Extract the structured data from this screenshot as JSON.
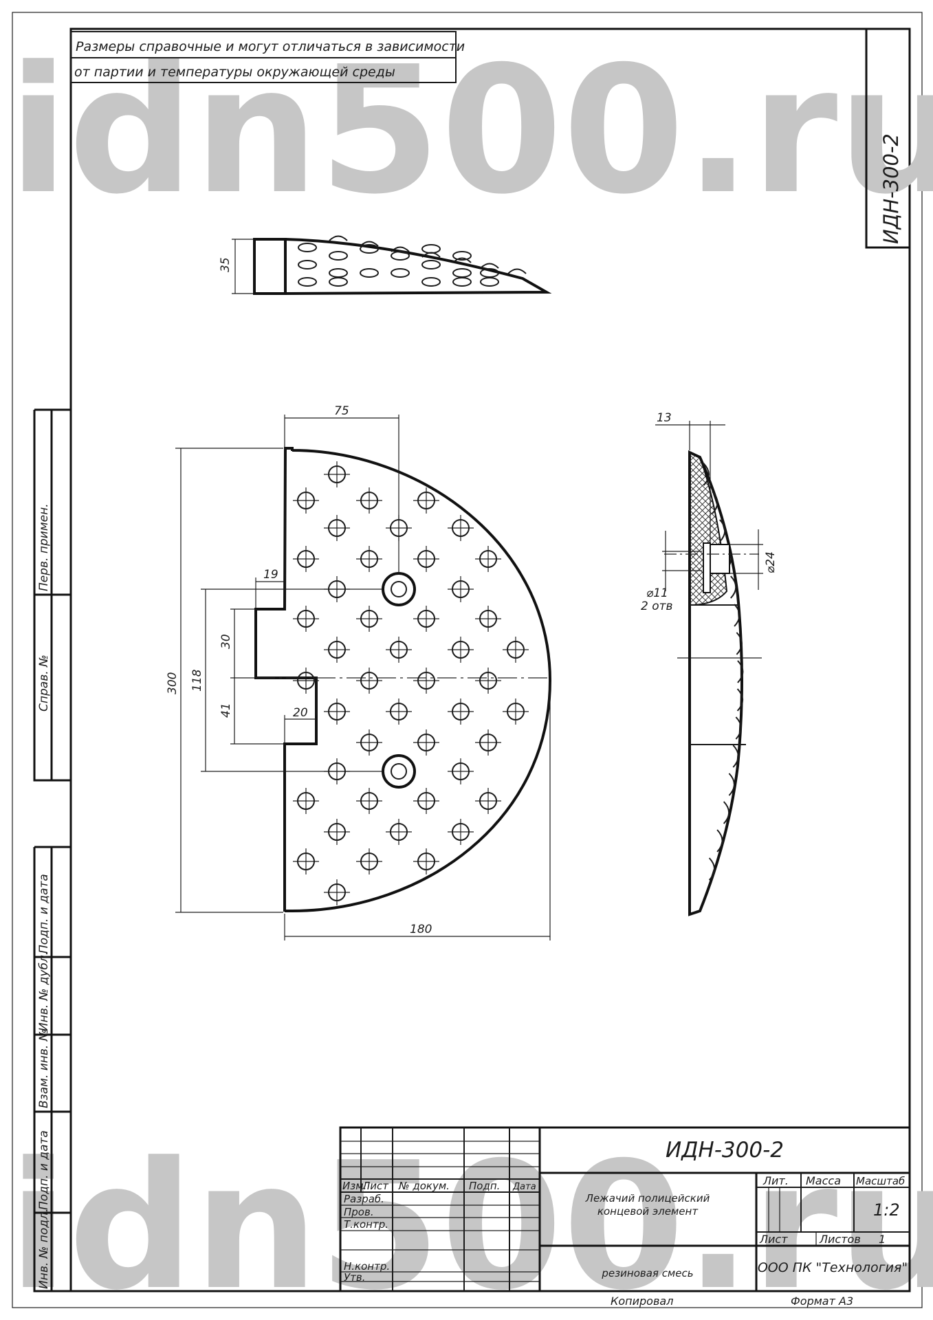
{
  "note": {
    "line1": "Размеры справочные и могут отличаться в зависимости",
    "line2": "от партии и температуры окружающей среды"
  },
  "watermark": "idn500.ru",
  "corner_code": "ИДН-300-2",
  "dimensions": {
    "height_top_view": "35",
    "width_75": "75",
    "step_19": "19",
    "step_20": "20",
    "length_300": "300",
    "span_118": "118",
    "notch_30": "30",
    "notch_41": "41",
    "depth_180": "180",
    "thickness_13": "13",
    "bore_24": "⌀24",
    "hole_11": "⌀11",
    "hole_count": "2 отв"
  },
  "side_stamp": {
    "perv_primen": "Перв. примен.",
    "sprav_no": "Справ. №",
    "podp_data_1": "Подп. и дата",
    "inv_dubl": "Инв. № дубл.",
    "vzam_inv": "Взам. инв. №",
    "podp_data_2": "Подп. и дата",
    "inv_podl": "Инв. № подл."
  },
  "title_block": {
    "designation": "ИДН-300-2",
    "name_line1": "Лежачий полицейский",
    "name_line2": "концевой элемент",
    "material": "резиновая смесь",
    "col_izm": "Изм.",
    "col_list": "Лист",
    "col_docum": "№ докум.",
    "col_podp": "Подп.",
    "col_data": "Дата",
    "row_razrab": "Разраб.",
    "row_prov": "Пров.",
    "row_tkontr": "Т.контр.",
    "row_nkontr": "Н.контр.",
    "row_utv": "Утв.",
    "lit": "Лит.",
    "massa": "Масса",
    "masshtab": "Масштаб",
    "scale": "1:2",
    "list": "Лист",
    "listov": "Листов",
    "listov_value": "1",
    "company": "ООО ПК \"Технология\"",
    "kopiroval": "Копировал",
    "format": "Формат А3"
  }
}
